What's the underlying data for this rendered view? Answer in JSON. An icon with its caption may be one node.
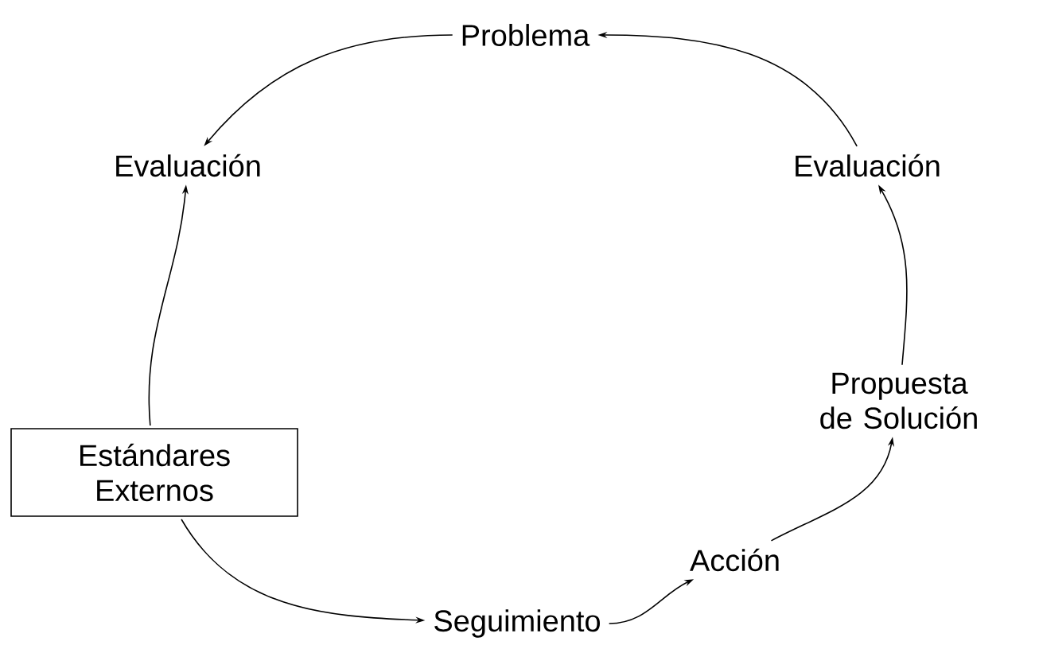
{
  "diagram": {
    "nodes": [
      {
        "text": [
          "Problema"
        ]
      },
      {
        "text": [
          "Evaluación"
        ]
      },
      {
        "text": [
          "Evaluación"
        ]
      },
      {
        "text": [
          "Estándares Externos"
        ]
      },
      {
        "text": [
          "Propuesta de Solución"
        ]
      },
      {
        "text": [
          "Acción"
        ]
      },
      {
        "text": [
          "Seguimiento"
        ]
      }
    ],
    "edges": [
      {
        "from": 6,
        "to": 5,
        "arrow": "to"
      },
      {
        "from": 5,
        "to": 4,
        "arrow": "to"
      },
      {
        "from": 4,
        "to": 2,
        "arrow": "to"
      },
      {
        "from": 2,
        "to": 0,
        "arrow": "to"
      },
      {
        "from": 0,
        "to": 1,
        "arrow": "to"
      },
      {
        "from": 3,
        "to": 1,
        "arrow": "to"
      },
      {
        "from": 3,
        "to": 6,
        "arrow": "to"
      }
    ]
  }
}
